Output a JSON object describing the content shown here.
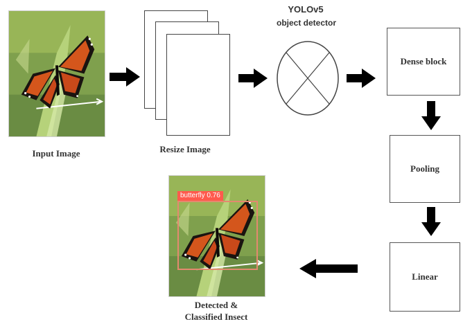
{
  "nodes": {
    "input_image": "Input Image",
    "resize_image": "Resize Image",
    "yolo_title_line1": "YOLOv5",
    "yolo_title_line2": "object detector",
    "dense_block": "Dense block",
    "pooling": "Pooling",
    "linear": "Linear",
    "detected_line1": "Detected &",
    "detected_line2": "Classified Insect"
  },
  "detection": {
    "class_label": "butterfly",
    "confidence": "0.76",
    "box_color": "#e38a6f",
    "tag_color": "#ff5a4d"
  },
  "colors": {
    "arrow": "#000000",
    "border": "#555555",
    "text": "#333333"
  }
}
